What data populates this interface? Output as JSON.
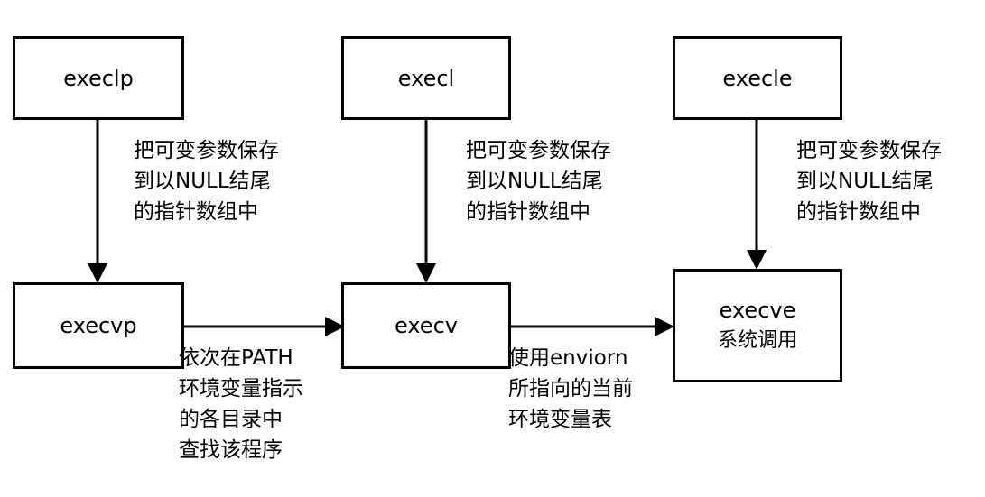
{
  "diagram": {
    "nodes": {
      "execlp": {
        "title": "execlp"
      },
      "execl": {
        "title": "execl"
      },
      "execle": {
        "title": "execle"
      },
      "execvp": {
        "title": "execvp"
      },
      "execv": {
        "title": "execv"
      },
      "execve": {
        "title": "execve",
        "subtitle": "系统调用"
      }
    },
    "edges": {
      "execlp_to_execvp": {
        "lines": [
          "把可变参数保存",
          "到以NULL结尾",
          "的指针数组中"
        ]
      },
      "execl_to_execv": {
        "lines": [
          "把可变参数保存",
          "到以NULL结尾",
          "的指针数组中"
        ]
      },
      "execle_to_execve": {
        "lines": [
          "把可变参数保存",
          "到以NULL结尾",
          "的指针数组中"
        ]
      },
      "execvp_to_execv": {
        "lines": [
          "依次在PATH",
          "环境变量指示",
          "的各目录中",
          "查找该程序"
        ]
      },
      "execv_to_execve": {
        "lines": [
          "使用enviorn",
          "所指向的当前",
          "环境变量表"
        ]
      }
    }
  }
}
